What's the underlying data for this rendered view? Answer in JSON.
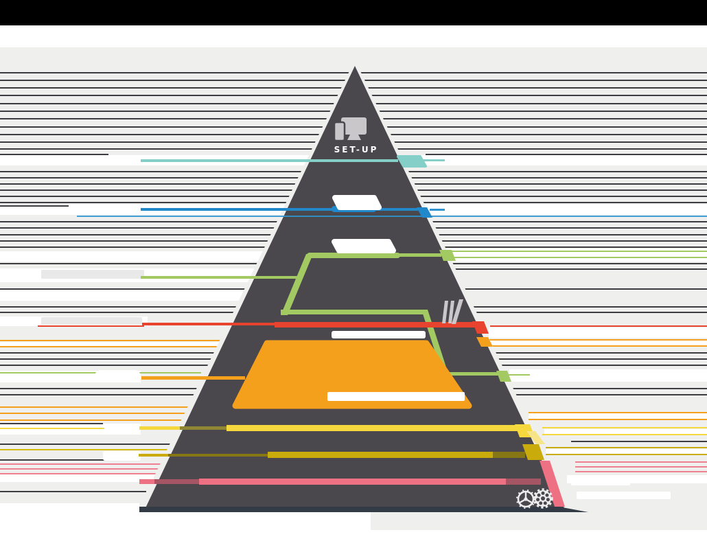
{
  "document": {
    "kind": "infographic-pyramid-diagram",
    "background_color": "#efefee",
    "top_bar_color": "#000000"
  },
  "pyramid": {
    "top_label": "SET-UP",
    "body_color": "#4a474d",
    "base_shadow_color": "#333b46",
    "levels": [
      {
        "name": "level-1-setup",
        "color": "#85cfc9",
        "label": "SET-UP"
      },
      {
        "name": "level-2",
        "color": "#2288cc",
        "label": ""
      },
      {
        "name": "level-3",
        "color": "#a3ca62",
        "label": ""
      },
      {
        "name": "level-4",
        "color": "#e8432f",
        "label": ""
      },
      {
        "name": "level-5-block",
        "color": "#f5a01d",
        "label": ""
      },
      {
        "name": "level-6",
        "color": "#f5d73e",
        "label": ""
      },
      {
        "name": "level-7",
        "color": "#c9ac0b",
        "label": ""
      },
      {
        "name": "level-8",
        "color": "#ed7183",
        "label": ""
      }
    ]
  },
  "icons": [
    {
      "name": "devices-icon",
      "meaning": "monitor and smartphone",
      "color": "#c9c7ca"
    },
    {
      "name": "bars-icon",
      "meaning": "three slanted bars",
      "color": "#c9c7ca"
    },
    {
      "name": "gears-icon",
      "meaning": "wheel and gear",
      "color": "#ececec"
    }
  ],
  "palette": {
    "black": "#000000",
    "white": "#ffffff",
    "bg": "#efefee",
    "line": "#3d3c41",
    "pyr": "#4a474d",
    "navy": "#333b46",
    "teal": "#85cfc9",
    "blue": "#2288cc",
    "blueLight": "#2f93d0",
    "green": "#a3ca62",
    "red": "#e8432f",
    "orange": "#f5a01d",
    "yellow": "#f5d73e",
    "yellowDark": "#8f8733",
    "yellowPale": "#f7e388",
    "mustard": "#c9ac0b",
    "mustardDark": "#877714",
    "mustardL": "#d4b90e",
    "pink": "#ed7183",
    "pinkDark": "#a55563",
    "pinkLight": "#ef8092",
    "icon": "#c9c7ca",
    "gear": "#ececec",
    "patch": "#e9e9e9"
  }
}
